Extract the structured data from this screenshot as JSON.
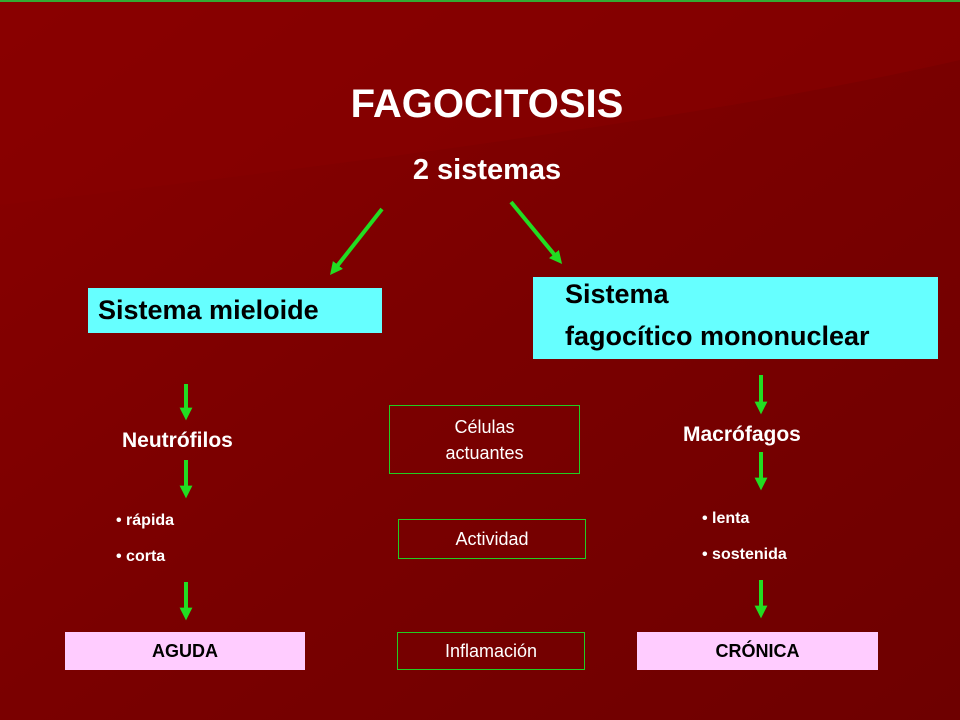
{
  "title": "FAGOCITOSIS",
  "subtitle": "2 sistemas",
  "systems": {
    "myeloid": {
      "label": "Sistema mieloide",
      "cells": "Neutrófilos",
      "traits": [
        "rápida",
        "corta"
      ],
      "inflammation": "AGUDA"
    },
    "mononuclear": {
      "label_line1": "Sistema",
      "label_line2": "fagocítico mononuclear",
      "cells": "Macrófagos",
      "traits": [
        "lenta",
        "sostenida"
      ],
      "inflammation": "CRÓNICA"
    }
  },
  "criteria": {
    "cells_line1": "Células",
    "cells_line2": "actuantes",
    "activity": "Actividad",
    "inflammation": "Inflamación"
  },
  "colors": {
    "background": "#7a0000",
    "arrow": "#22dd22",
    "system_box": "#66ffff",
    "inflammation_box": "#ffccff"
  }
}
